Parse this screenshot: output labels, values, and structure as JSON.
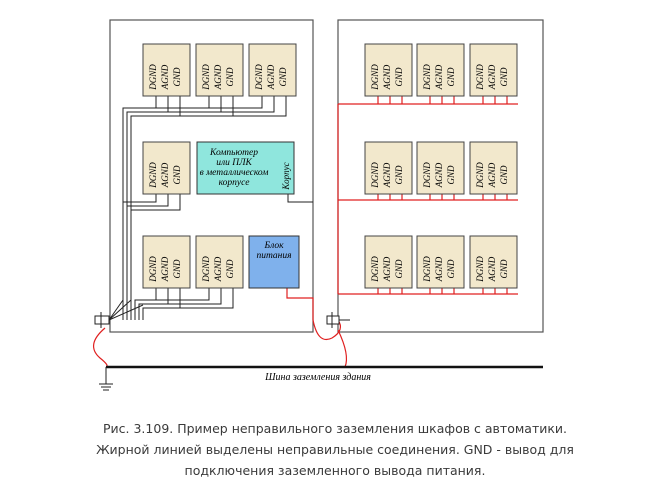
{
  "figure": {
    "module_pins": [
      "DGND",
      "AGND",
      "GND"
    ],
    "computer_box_lines": [
      "Компьютер",
      "или ПЛК",
      "в металлическом",
      "корпусе"
    ],
    "housing_label": "Корпус",
    "power_box_lines": [
      "Блок",
      "питания"
    ],
    "ground_bus_label": "Шина заземления здания",
    "colors": {
      "module_fill": "#f2e8cc",
      "computer_fill": "#8fe6dd",
      "power_fill": "#7fb1ec",
      "wrong_wire": "#e02020",
      "wire": "#222222"
    }
  },
  "caption": {
    "line1": "Рис. 3.109. Пример неправильного заземления шкафов с автоматики.",
    "line2": "Жирной линией выделены неправильные соединения. GND - вывод для",
    "line3": "подключения заземленного вывода питания."
  }
}
